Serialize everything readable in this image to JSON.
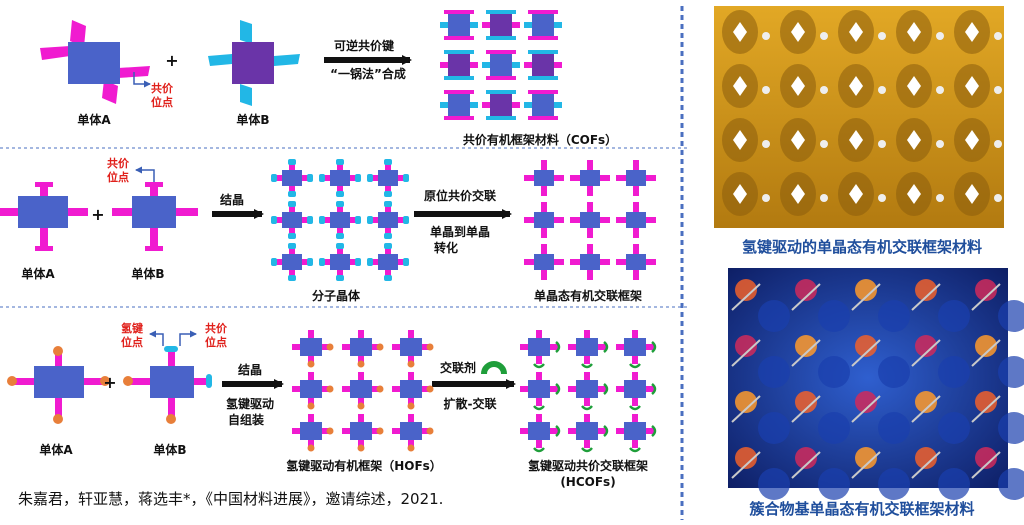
{
  "colors": {
    "monomer_blue": "#4a63c9",
    "monomer_purple": "#6a34a8",
    "linker_magenta": "#f01bd0",
    "linker_cyan": "#22b7e6",
    "hbond_orange": "#e87f3a",
    "crosslinker_green": "#1f9e3a",
    "caption_blue": "#1f4e9c",
    "label_red": "#e0201b",
    "dashed_divider": "#4a6fc0"
  },
  "row1": {
    "monomer_a": "单体A",
    "monomer_b": "单体B",
    "site_label_1": "共价",
    "site_label_2": "位点",
    "plus": "+",
    "arrow_top": "可逆共价键",
    "arrow_bottom": "“一锅法”合成",
    "product": "共价有机框架材料（COFs）"
  },
  "row2": {
    "monomer_a": "单体A",
    "monomer_b": "单体B",
    "site_label_1": "共价",
    "site_label_2": "位点",
    "plus": "+",
    "arrow1": "结晶",
    "crystal": "分子晶体",
    "arrow2_top": "原位共价交联",
    "arrow2_bottom_1": "单晶到单晶",
    "arrow2_bottom_2": "转化",
    "product": "单晶态有机交联框架"
  },
  "row3": {
    "monomer_a": "单体A",
    "monomer_b": "单体B",
    "hsite_1": "氢键",
    "hsite_2": "位点",
    "csite_1": "共价",
    "csite_2": "位点",
    "plus": "+",
    "arrow1_top": "结晶",
    "arrow1_bottom_1": "氢键驱动",
    "arrow1_bottom_2": "自组装",
    "hof": "氢键驱动有机框架（HOFs）",
    "arrow2_top": "交联剂",
    "arrow2_bottom": "扩散-交联",
    "product": "氢键驱动共价交联框架",
    "product_abbr": "(HCOFs)"
  },
  "citation": "朱嘉君，轩亚慧，蒋选丰*，《中国材料进展》，邀请综述，2021.",
  "right_panel": {
    "caption_top": "氢键驱动的单晶态有机交联框架材料",
    "caption_bottom": "簇合物基单晶态有机交联框架材料"
  }
}
